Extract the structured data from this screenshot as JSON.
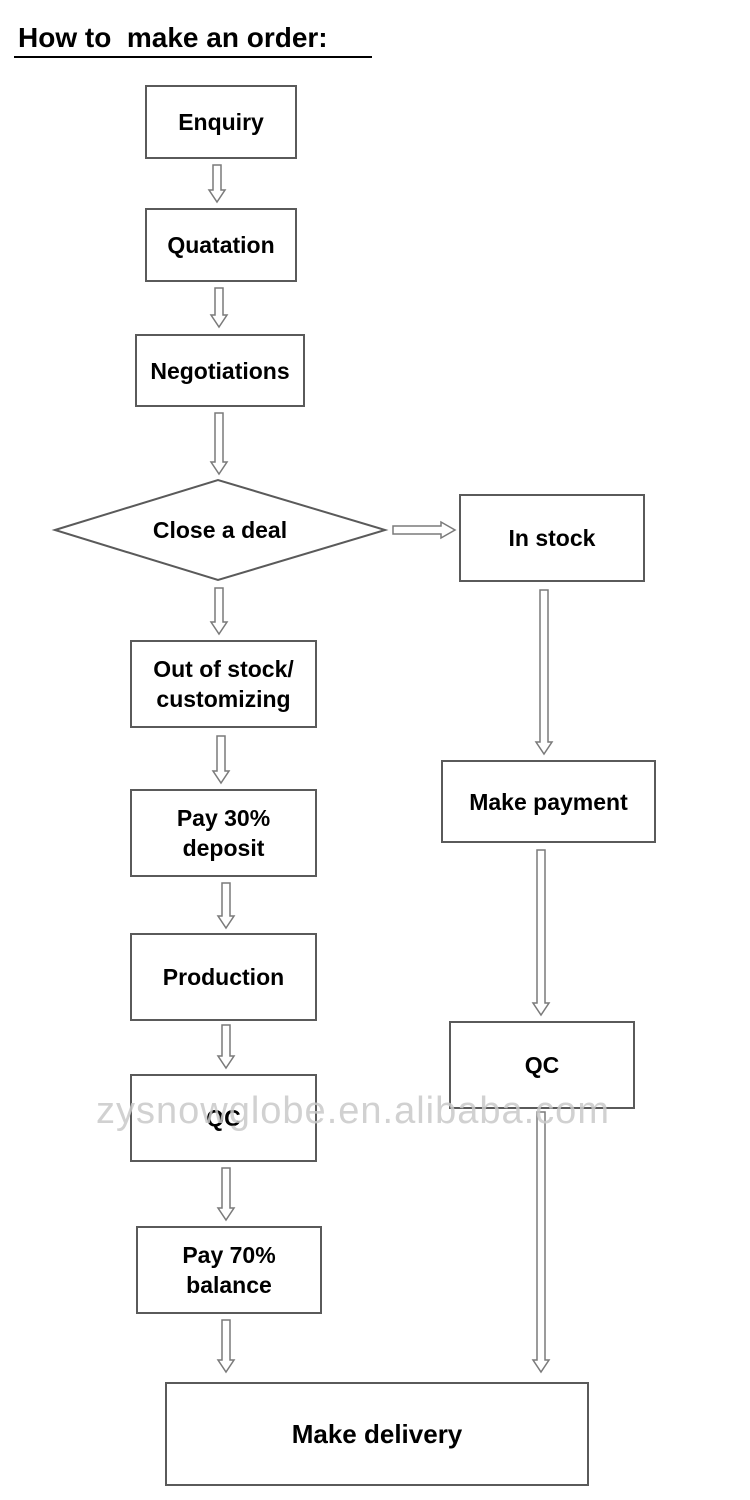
{
  "title": "How to  make an order:",
  "watermark": "zysnowglobe.en.alibaba.com",
  "nodes": {
    "enquiry": "Enquiry",
    "quatation": "Quatation",
    "negotiations": "Negotiations",
    "close_deal": "Close a deal",
    "in_stock": "In stock",
    "out_of_stock": "Out of stock/\ncustomizing",
    "make_payment": "Make payment",
    "pay_deposit": "Pay 30%\ndeposit",
    "production": "Production",
    "qc_left": "QC",
    "qc_right": "QC",
    "pay_balance": "Pay 70%\nbalance",
    "make_delivery": "Make delivery"
  },
  "colors": {
    "border": "#5a5a5a",
    "arrow": "#7a7a7a",
    "watermark": "#c9c9c9"
  }
}
